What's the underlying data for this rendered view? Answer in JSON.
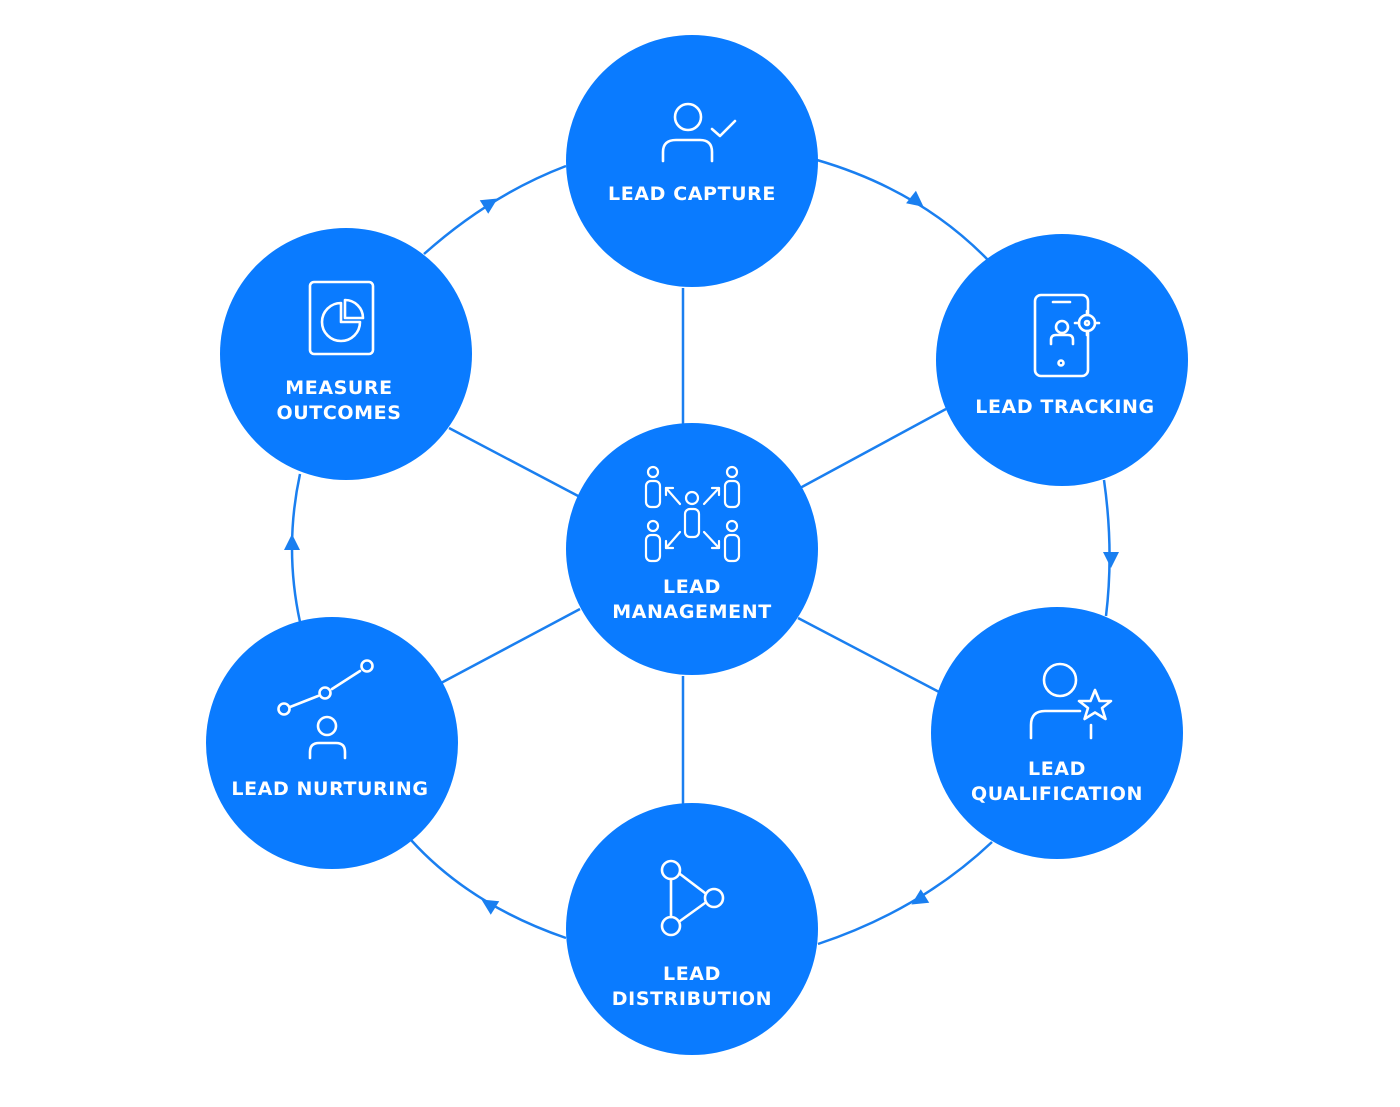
{
  "colors": {
    "node_fill": "#0a7bff",
    "connector": "#1a7ff0",
    "icon_stroke": "#ffffff",
    "label": "#ffffff",
    "background": "#ffffff"
  },
  "center": {
    "label_lines": [
      "LEAD",
      "MANAGEMENT"
    ],
    "icon": "people-network-icon"
  },
  "stages": [
    {
      "id": "capture",
      "label_lines": [
        "LEAD CAPTURE"
      ],
      "icon": "user-check-icon"
    },
    {
      "id": "tracking",
      "label_lines": [
        "LEAD TRACKING"
      ],
      "icon": "phone-target-icon"
    },
    {
      "id": "qualification",
      "label_lines": [
        "LEAD",
        "QUALIFICATION"
      ],
      "icon": "user-star-icon"
    },
    {
      "id": "distribution",
      "label_lines": [
        "LEAD",
        "DISTRIBUTION"
      ],
      "icon": "network-triangle-icon"
    },
    {
      "id": "nurturing",
      "label_lines": [
        "LEAD NURTURING"
      ],
      "icon": "user-growth-icon"
    },
    {
      "id": "measure",
      "label_lines": [
        "MEASURE",
        "OUTCOMES"
      ],
      "icon": "report-pie-icon"
    }
  ],
  "flow": [
    "capture",
    "tracking",
    "qualification",
    "distribution",
    "nurturing",
    "measure",
    "capture"
  ]
}
